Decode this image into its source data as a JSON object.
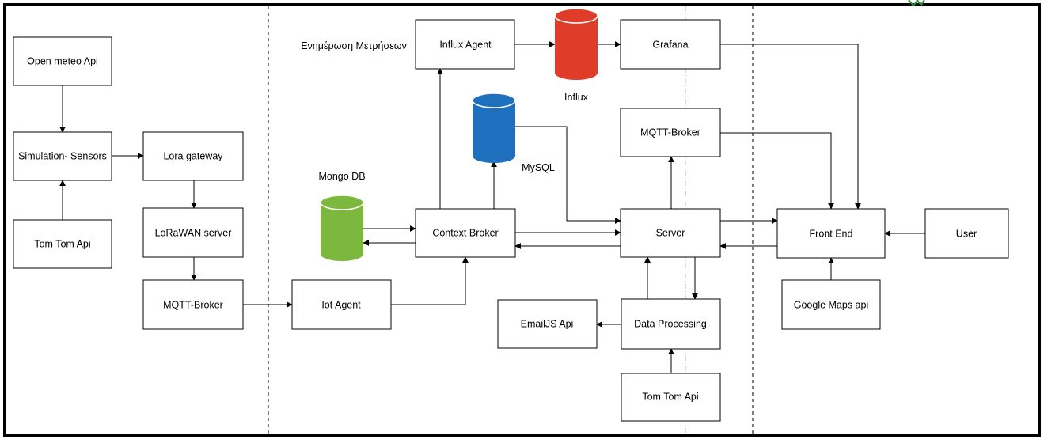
{
  "diagram": {
    "boxes": {
      "open_meteo": "Open meteo Api",
      "simulation": "Simulation- Sensors",
      "tomtom_left": "Tom Tom Api",
      "lora_gateway": "Lora gateway",
      "lorawan_server": "LoRaWAN server",
      "mqtt_left": "MQTT-Broker",
      "iot_agent": "Iot Agent",
      "context_broker": "Context Broker",
      "influx_agent": "Influx Agent",
      "grafana": "Grafana",
      "mqtt_right": "MQTT-Broker",
      "server": "Server",
      "data_processing": "Data Processing",
      "emailjs": "EmailJS Api",
      "tomtom_bottom": "Tom Tom Api",
      "front_end": "Front End",
      "user": "User",
      "google_maps": "Google Maps api"
    },
    "databases": {
      "influx": {
        "label": "Influx",
        "color": "#e03c2a"
      },
      "mysql": {
        "label": "MySQL",
        "color": "#1f6fbf"
      },
      "mongo": {
        "label": "Mongo DB",
        "color": "#7cb83e"
      }
    },
    "annotations": {
      "measurement_update": "Ενημέρωση Μετρήσεων"
    }
  }
}
